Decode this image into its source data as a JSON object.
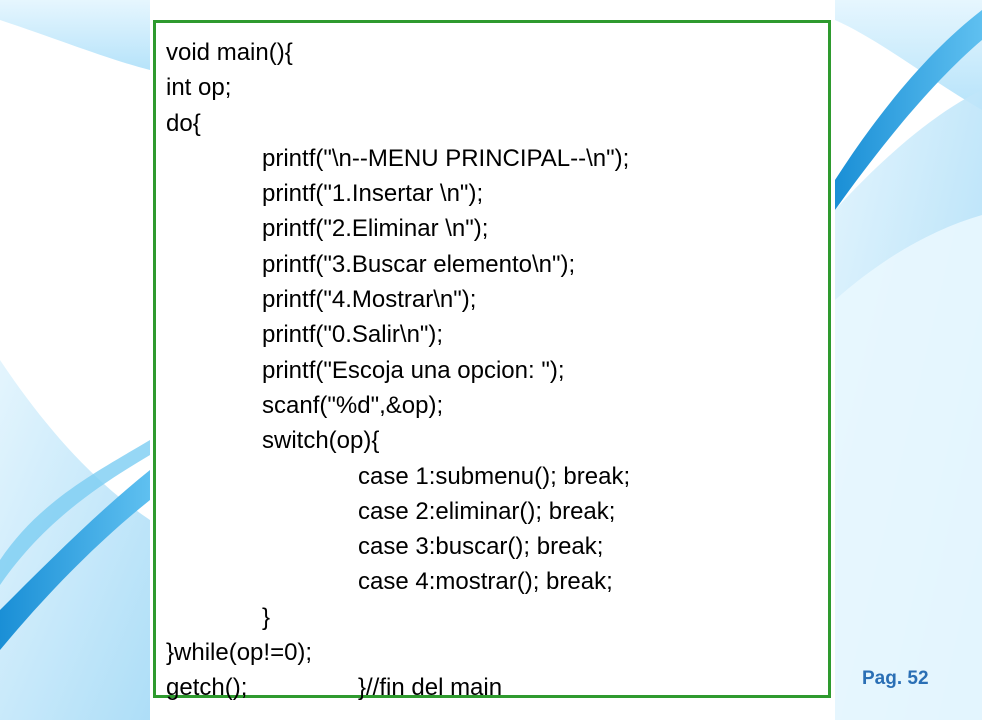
{
  "slide": {
    "page_number": "Pag. 52",
    "colors": {
      "border": "#2e9a2e",
      "page_number": "#2a6fb5",
      "wave_dark": "#1a8fd6",
      "wave_light": "#bfe7fb"
    },
    "code": [
      {
        "text": "void main(){",
        "indent": 0
      },
      {
        "text": "int op;",
        "indent": 0
      },
      {
        "text": "do{",
        "indent": 0
      },
      {
        "text": "printf(\"\\n--MENU PRINCIPAL--\\n\");",
        "indent": 1
      },
      {
        "text": "printf(\"1.Insertar \\n\");",
        "indent": 1
      },
      {
        "text": "printf(\"2.Eliminar \\n\");",
        "indent": 1
      },
      {
        "text": "printf(\"3.Buscar elemento\\n\");",
        "indent": 1
      },
      {
        "text": "printf(\"4.Mostrar\\n\");",
        "indent": 1
      },
      {
        "text": "printf(\"0.Salir\\n\");",
        "indent": 1
      },
      {
        "text": "printf(\"Escoja una opcion: \");",
        "indent": 1
      },
      {
        "text": "scanf(\"%d\",&op);",
        "indent": 1
      },
      {
        "text": "switch(op){",
        "indent": 1
      },
      {
        "text": "case 1:submenu(); break;",
        "indent": 2
      },
      {
        "text": "case 2:eliminar(); break;",
        "indent": 2
      },
      {
        "text": "case 3:buscar(); break;",
        "indent": 2
      },
      {
        "text": "case 4:mostrar(); break;",
        "indent": 2
      },
      {
        "text": "}",
        "indent": 1
      },
      {
        "text": "}while(op!=0);",
        "indent": 0
      },
      {
        "text": "getch();",
        "indent": 0,
        "after": "}//fin del main"
      }
    ]
  }
}
